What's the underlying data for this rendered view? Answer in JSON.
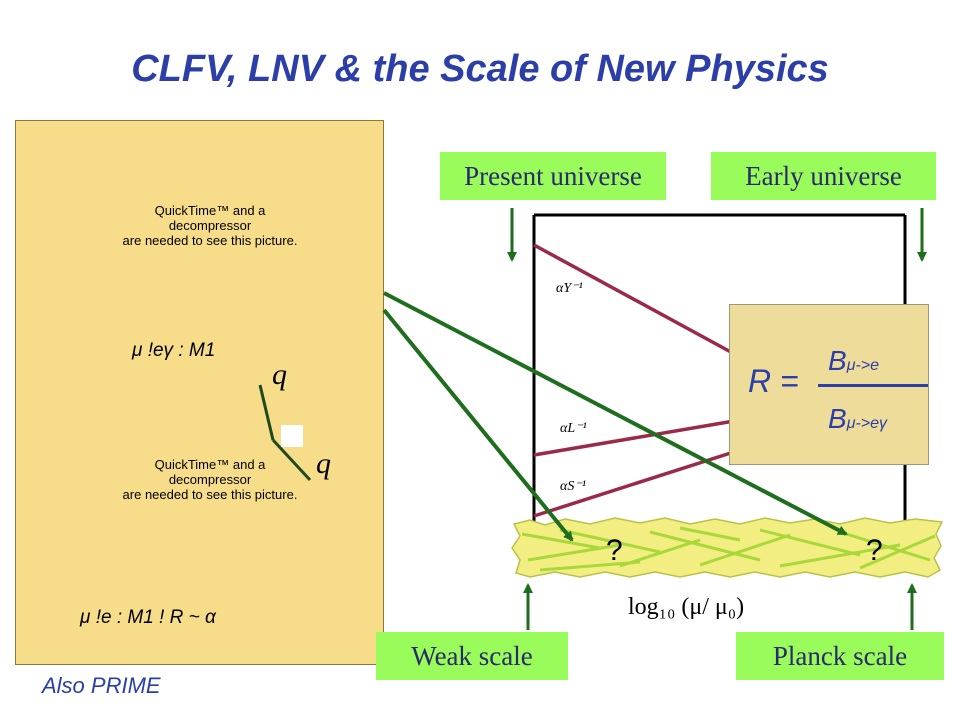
{
  "slide": {
    "title": "CLFV, LNV & the Scale of New Physics",
    "footer": "Also PRIME"
  },
  "left_panel": {
    "qt_message_1": [
      "QuickTime™ and a",
      "decompressor",
      "are needed to see this picture."
    ],
    "qt_message_2": [
      "QuickTime™ and a",
      "decompressor",
      "are needed to see this picture."
    ],
    "label_top": "μ !eγ : M1",
    "label_bottom": "μ !e : M1 ! R ~ α",
    "quark_top": "q",
    "quark_bottom": "q"
  },
  "labels": {
    "present_universe": "Present universe",
    "early_universe": "Early universe",
    "weak_scale": "Weak scale",
    "planck_scale": "Planck scale"
  },
  "plot": {
    "x_axis_label": "log₁₀ (μ/ μ₀)",
    "coupling_labels": [
      "αY⁻¹",
      "αL⁻¹",
      "αS⁻¹"
    ],
    "question_marks": [
      "?",
      "?"
    ]
  },
  "ratio_box": {
    "lhs": "R =",
    "numerator": "B",
    "numerator_sub": "μ->e",
    "denominator": "B",
    "denominator_sub": "μ->eγ"
  },
  "colors": {
    "title": "#2c3ea8",
    "panel": "#f7dd8a",
    "label_box": "#9afc5a",
    "coupling_line": "#9a2a48",
    "arrow": "#1e6e1e"
  }
}
